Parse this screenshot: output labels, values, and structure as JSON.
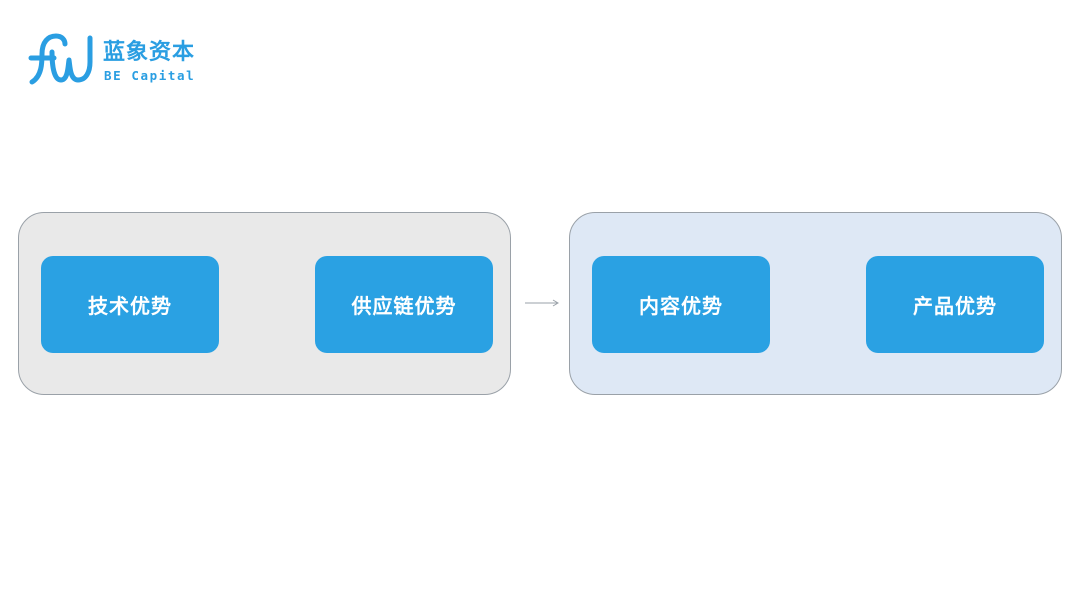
{
  "logo": {
    "name_cn": "蓝象资本",
    "name_en": "BE Capital",
    "brand_color": "#2a9ee2"
  },
  "groups": [
    {
      "background": "#e9e9e9",
      "nodes": [
        {
          "label": "技术优势"
        },
        {
          "label": "供应链优势"
        }
      ]
    },
    {
      "background": "#dee8f5",
      "nodes": [
        {
          "label": "内容优势"
        },
        {
          "label": "产品优势"
        }
      ]
    }
  ],
  "node_color": "#2aa1e3",
  "connector": {
    "icon": "arrow-right-icon",
    "color": "#9aa1a8"
  }
}
